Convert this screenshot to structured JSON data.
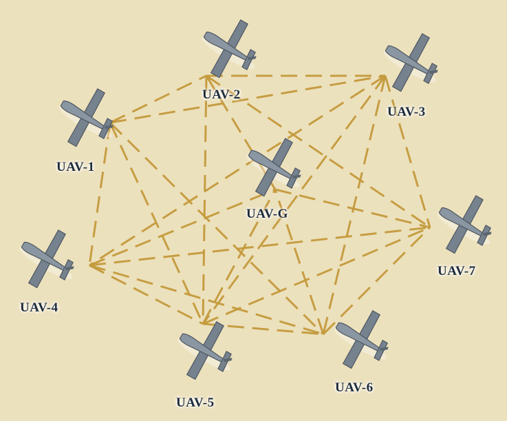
{
  "diagram": {
    "nodes": [
      {
        "id": "UAV-1",
        "label": "UAV-1"
      },
      {
        "id": "UAV-2",
        "label": "UAV-2"
      },
      {
        "id": "UAV-3",
        "label": "UAV-3"
      },
      {
        "id": "UAV-4",
        "label": "UAV-4"
      },
      {
        "id": "UAV-5",
        "label": "UAV-5"
      },
      {
        "id": "UAV-6",
        "label": "UAV-6"
      },
      {
        "id": "UAV-7",
        "label": "UAV-7"
      },
      {
        "id": "UAV-G",
        "label": "UAV-G"
      }
    ],
    "links": [
      [
        "UAV-1",
        "UAV-2"
      ],
      [
        "UAV-1",
        "UAV-3"
      ],
      [
        "UAV-1",
        "UAV-4"
      ],
      [
        "UAV-1",
        "UAV-5"
      ],
      [
        "UAV-1",
        "UAV-6"
      ],
      [
        "UAV-2",
        "UAV-3"
      ],
      [
        "UAV-2",
        "UAV-5"
      ],
      [
        "UAV-2",
        "UAV-G"
      ],
      [
        "UAV-2",
        "UAV-7"
      ],
      [
        "UAV-3",
        "UAV-4"
      ],
      [
        "UAV-3",
        "UAV-5"
      ],
      [
        "UAV-3",
        "UAV-6"
      ],
      [
        "UAV-3",
        "UAV-7"
      ],
      [
        "UAV-4",
        "UAV-G"
      ],
      [
        "UAV-4",
        "UAV-5"
      ],
      [
        "UAV-4",
        "UAV-6"
      ],
      [
        "UAV-4",
        "UAV-7"
      ],
      [
        "UAV-5",
        "UAV-G"
      ],
      [
        "UAV-5",
        "UAV-6"
      ],
      [
        "UAV-5",
        "UAV-7"
      ],
      [
        "UAV-6",
        "UAV-G"
      ],
      [
        "UAV-6",
        "UAV-7"
      ],
      [
        "UAV-G",
        "UAV-7"
      ]
    ],
    "colors": {
      "background": "#ece1bd",
      "link": "#c49a3c",
      "uav_body": "#76828e",
      "uav_edge": "#4d5660",
      "label": "#1d2b3a"
    }
  }
}
